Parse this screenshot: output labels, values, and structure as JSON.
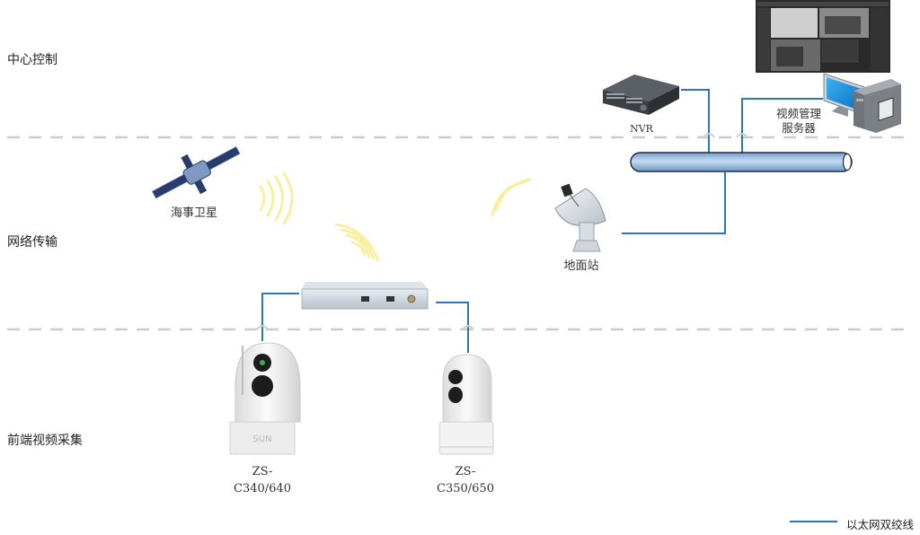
{
  "layers": {
    "center": "中心控制",
    "network": "网络传输",
    "frontend": "前端视频采集"
  },
  "devices": {
    "nvr": "NVR",
    "vms_server_line1": "视频管理",
    "vms_server_line2": "服务器",
    "satellite": "海事卫星",
    "ground_station": "地面站",
    "camera1_line1": "ZS-",
    "camera1_line2": "C340/640",
    "camera2_line1": "ZS-",
    "camera2_line2": "C350/650"
  },
  "legend": {
    "ethernet_label": "以太网双绞线"
  },
  "colors": {
    "ethernet_line": "#2e75b6",
    "divider": "#cccccc",
    "signal_waves": "#f7f0a0",
    "bus_fill": "#9ec3e6"
  }
}
